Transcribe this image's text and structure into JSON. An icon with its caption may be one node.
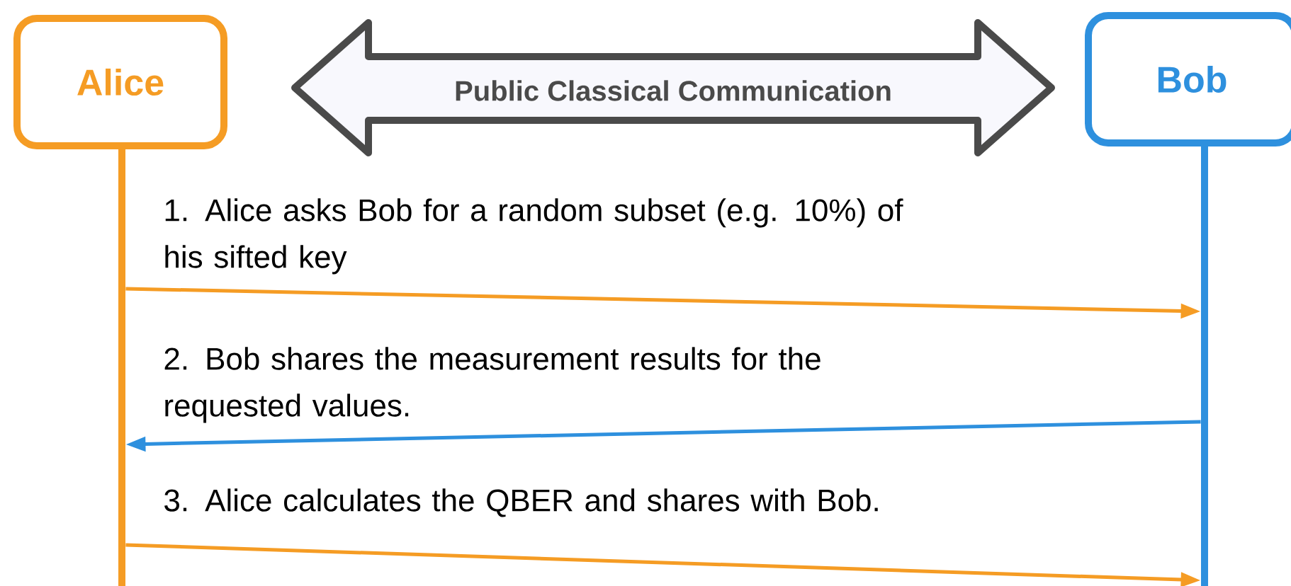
{
  "diagram": {
    "nodes": [
      {
        "text": [
          "Alice"
        ]
      },
      {
        "text": [
          "Bob"
        ]
      },
      {
        "text": [
          "Public Classical Communication"
        ]
      },
      {
        "text": [],
        "shape": "bar"
      },
      {
        "text": [],
        "shape": "bar"
      }
    ],
    "edges": [
      {
        "from": 3,
        "to": 4,
        "arrow": "to",
        "label": "1. Alice asks Bob for a random subset (e.g. 10%) of his sifted key"
      },
      {
        "from": 4,
        "to": 3,
        "arrow": "to",
        "label": "2. Bob shares the measurement results for the requested values.",
        "color": "#2e90de"
      },
      {
        "from": 3,
        "to": 4,
        "arrow": "to",
        "label": "3. Alice calculates the QBER and shares with Bob."
      }
    ]
  }
}
